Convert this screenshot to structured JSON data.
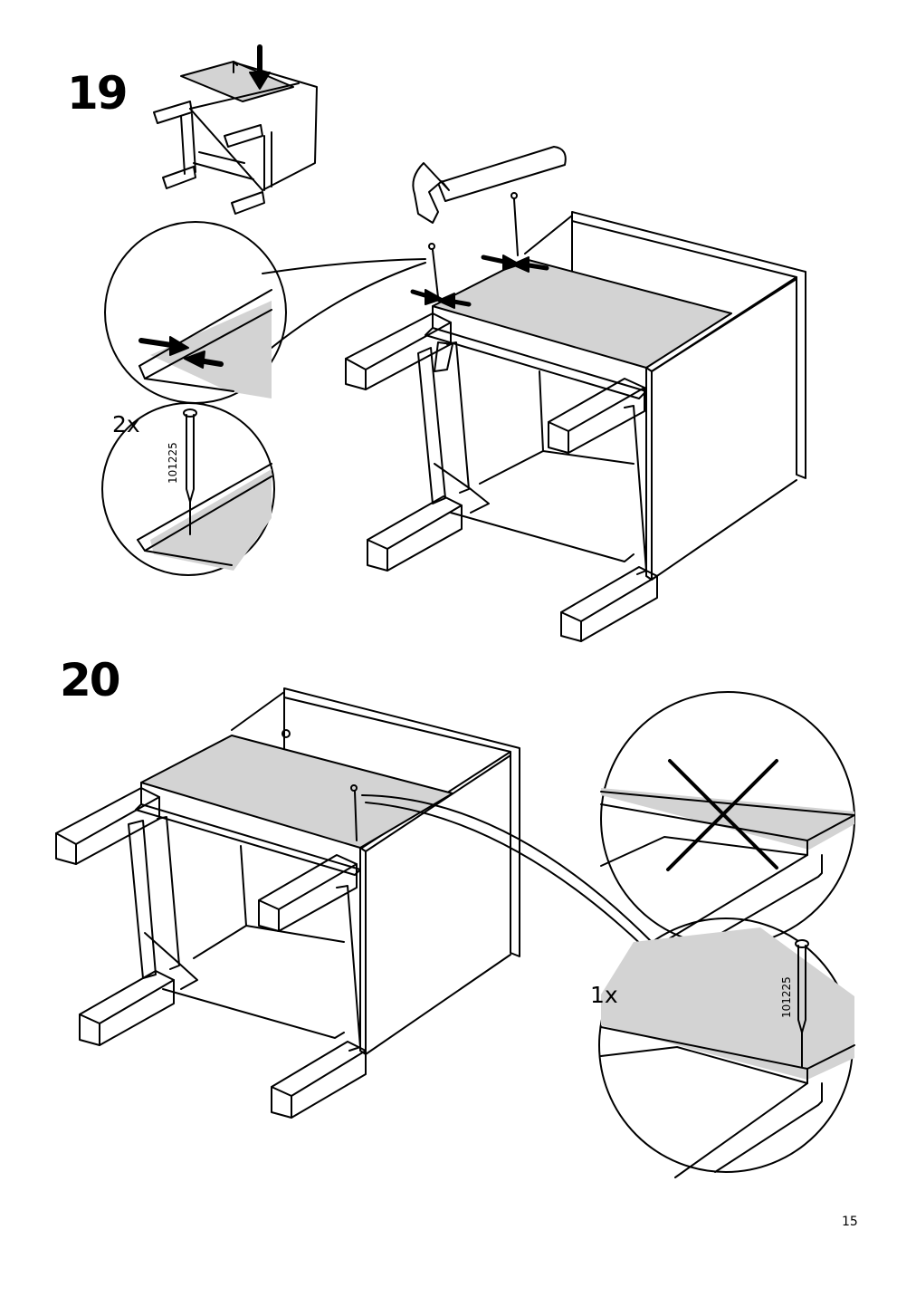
{
  "steps": [
    {
      "number": "19",
      "nail_quantity": "2x",
      "nail_part_number": "101225",
      "icons": [
        "mini-overview-figure",
        "hammer-icon",
        "nail-icon",
        "pressure-arrows-icon"
      ]
    },
    {
      "number": "20",
      "nail_quantity": "1x",
      "nail_part_number": "101225",
      "icons": [
        "wrong-cross-icon",
        "nail-icon"
      ]
    }
  ],
  "page_number": "15",
  "colors": {
    "panel_fill": "#d3d3d3",
    "line": "#000000",
    "background": "#ffffff"
  }
}
